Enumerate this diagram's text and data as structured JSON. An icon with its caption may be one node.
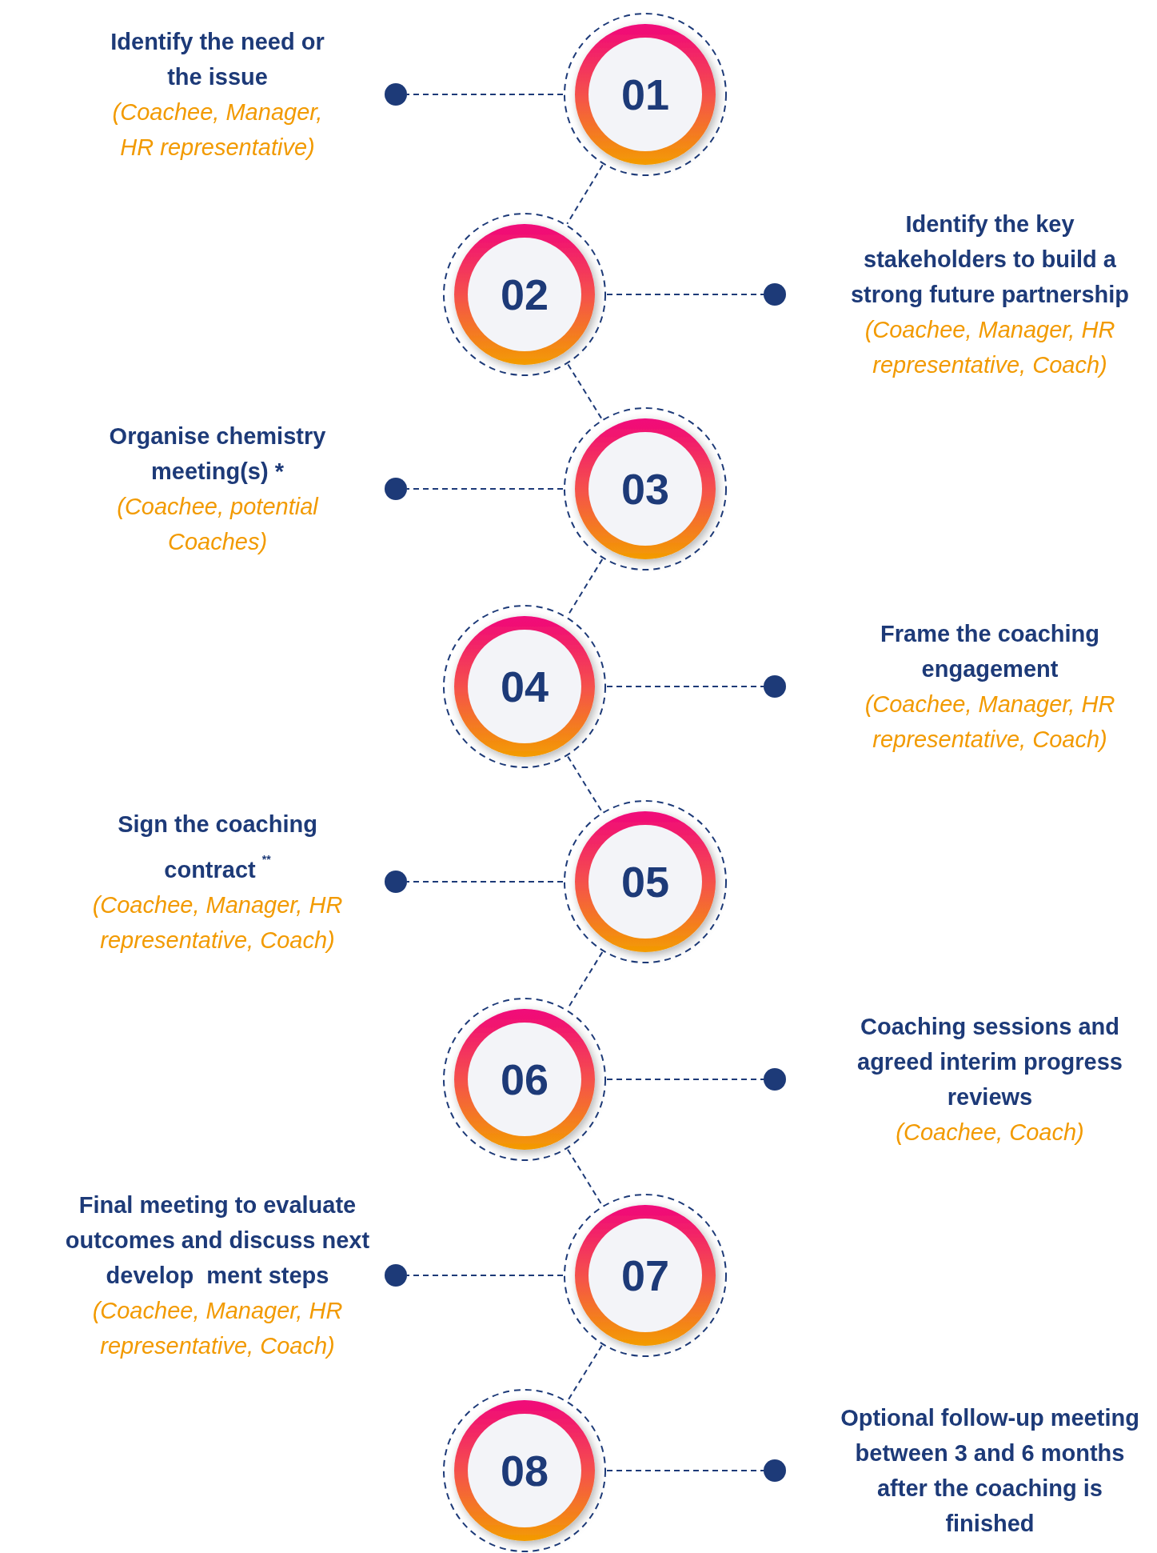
{
  "diagram": {
    "nodes": [
      {
        "text": [
          "01"
        ]
      },
      {
        "text": [],
        "shape": "circle",
        "beside": [
          "Identify the need or the issue",
          "(Coachee, Manager, HR representative)"
        ]
      },
      {
        "text": [
          "02"
        ]
      },
      {
        "text": [],
        "shape": "circle",
        "beside": [
          "Identify the key stakeholders to build a strong future partnership",
          "(Coachee, Manager, HR representative, Coach)"
        ]
      },
      {
        "text": [
          "03"
        ]
      },
      {
        "text": [],
        "shape": "circle",
        "beside": [
          "Organise chemistry meeting(s) *",
          "(Coachee, potential Coaches)"
        ]
      },
      {
        "text": [
          "04"
        ]
      },
      {
        "text": [],
        "shape": "circle",
        "beside": [
          "Frame the coaching engagement",
          "(Coachee, Manager, HR representative, Coach)"
        ]
      },
      {
        "text": [
          "05"
        ]
      },
      {
        "text": [],
        "shape": "circle",
        "beside": [
          "Sign the coaching contract $^{**}$",
          "(Coachee, Manager, HR representative, Coach)"
        ]
      },
      {
        "text": [
          "06"
        ]
      },
      {
        "text": [],
        "shape": "circle",
        "beside": [
          "Coaching sessions and agreed interim progress reviews",
          "(Coachee, Coach)"
        ]
      },
      {
        "text": [
          "07"
        ]
      },
      {
        "text": [],
        "shape": "circle",
        "beside": [
          "Final meeting to evaluate outcomes and discuss next develop  ment steps",
          "(Coachee, Manager, HR representative, Coach)"
        ]
      },
      {
        "text": [
          "08"
        ]
      },
      {
        "text": [],
        "shape": "circle",
        "beside": [
          "Optional follow-up meeting  between 3 and 6 months  after the coaching is finished"
        ]
      }
    ],
    "edges": [
      {
        "from": 0,
        "to": 1,
        "arrow": "none",
        "style": "dashed"
      },
      {
        "from": 0,
        "to": 2,
        "arrow": "none",
        "style": "dashed"
      },
      {
        "from": 2,
        "to": 3,
        "arrow": "none",
        "style": "dashed"
      },
      {
        "from": 2,
        "to": 4,
        "arrow": "none",
        "style": "dashed"
      },
      {
        "from": 4,
        "to": 5,
        "arrow": "none",
        "style": "dashed"
      },
      {
        "from": 4,
        "to": 6,
        "arrow": "none",
        "style": "dashed"
      },
      {
        "from": 6,
        "to": 7,
        "arrow": "none",
        "style": "dashed"
      },
      {
        "from": 6,
        "to": 8,
        "arrow": "none",
        "style": "dashed"
      },
      {
        "from": 8,
        "to": 9,
        "arrow": "none",
        "style": "dashed"
      },
      {
        "from": 8,
        "to": 10,
        "arrow": "none",
        "style": "dashed"
      },
      {
        "from": 10,
        "to": 11,
        "arrow": "none",
        "style": "dashed"
      },
      {
        "from": 10,
        "to": 12,
        "arrow": "none",
        "style": "dashed"
      },
      {
        "from": 12,
        "to": 13,
        "arrow": "none",
        "style": "dashed"
      },
      {
        "from": 12,
        "to": 14,
        "arrow": "none",
        "style": "dashed"
      },
      {
        "from": 14,
        "to": 15,
        "arrow": "none",
        "style": "dashed"
      }
    ]
  }
}
